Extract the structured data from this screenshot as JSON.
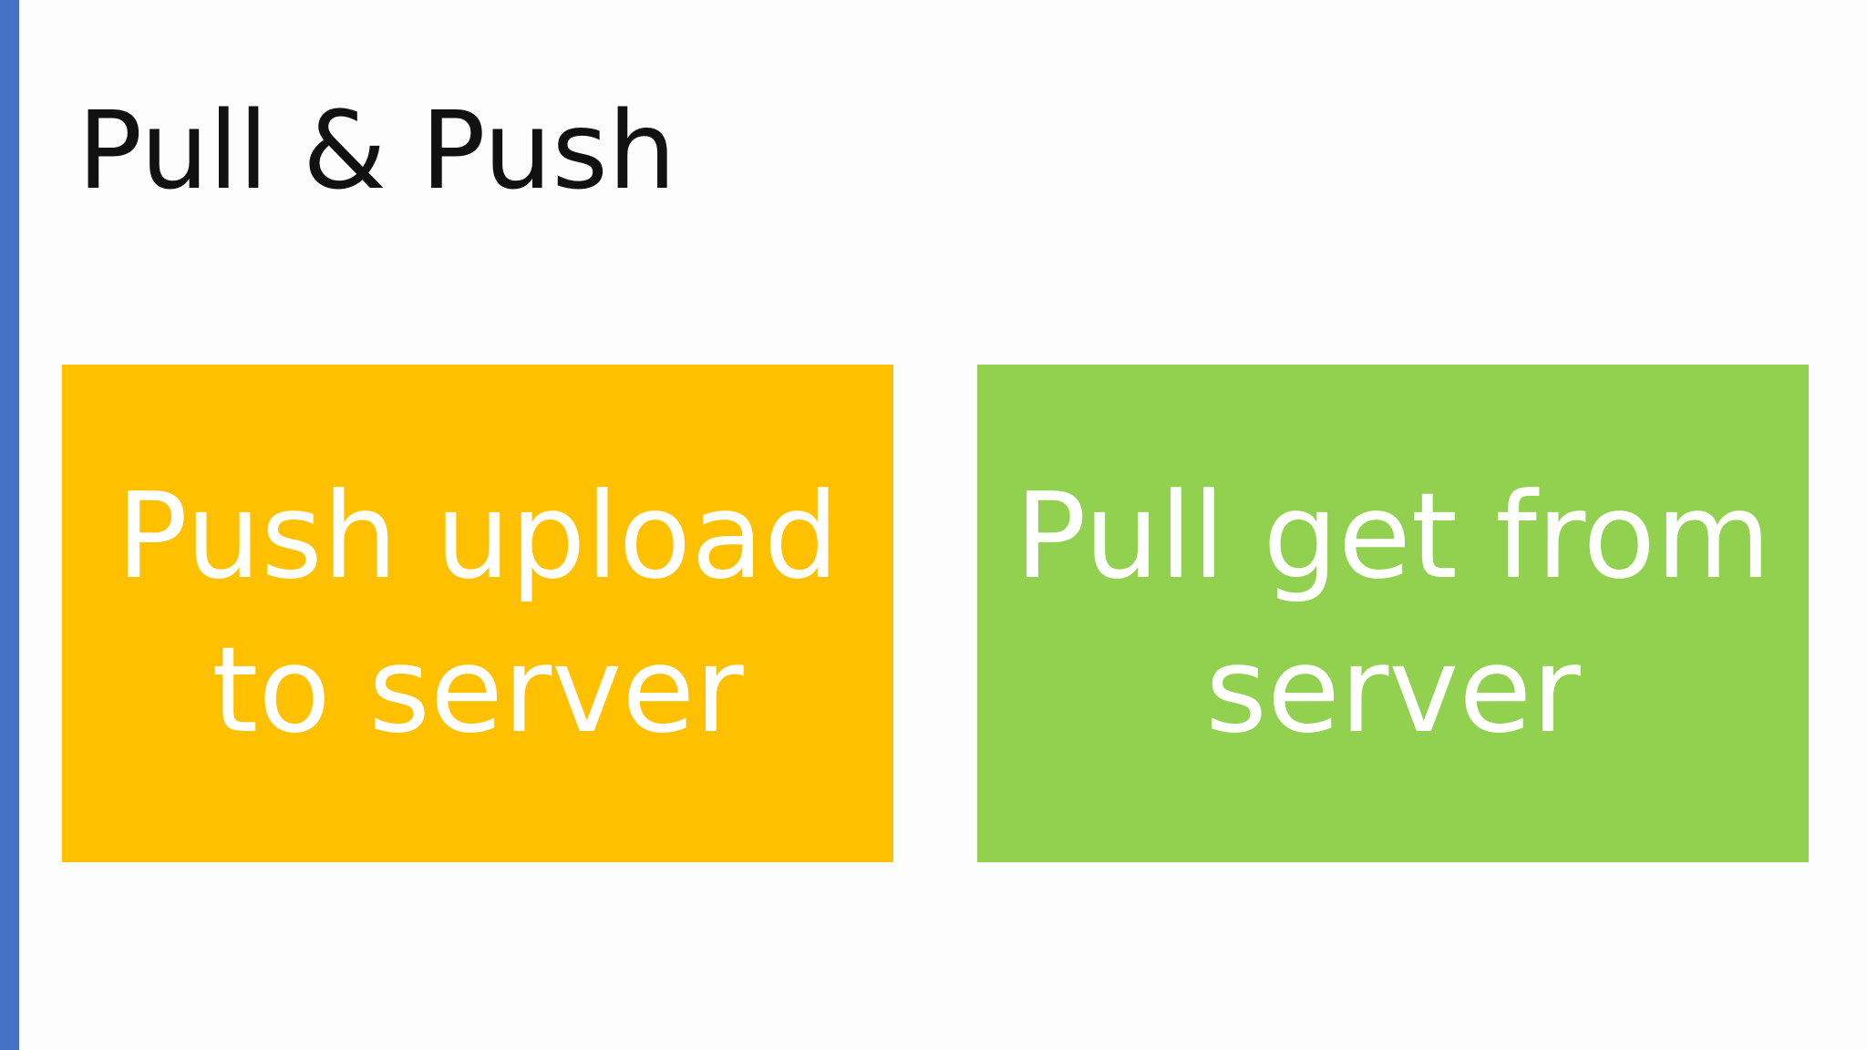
{
  "slide": {
    "title": "Pull & Push",
    "accent_color": "#4472c4"
  },
  "cards": [
    {
      "line1": "Push upload",
      "line2": "to server",
      "color": "#ffc000"
    },
    {
      "line1": "Pull get from",
      "line2": "server",
      "color": "#92d050"
    }
  ]
}
